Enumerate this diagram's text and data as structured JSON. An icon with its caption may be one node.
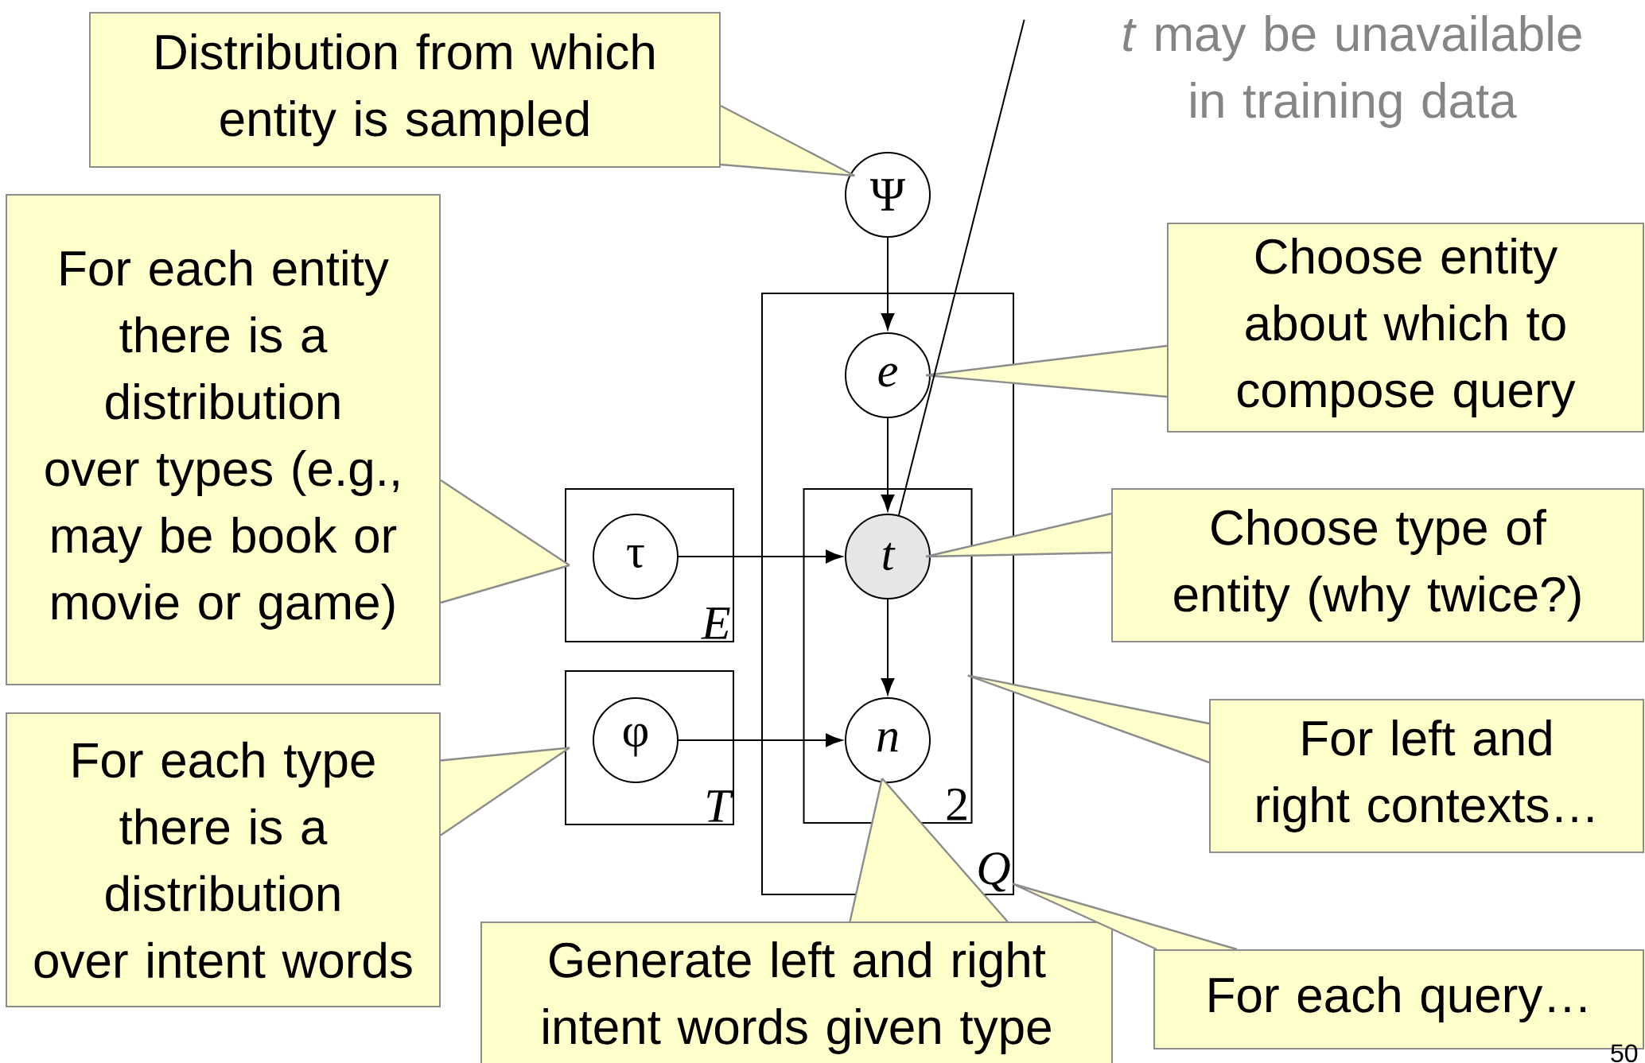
{
  "diagram": {
    "nodes": [
      {
        "text": [
          "Distribution from which entity is sampled"
        ]
      },
      {
        "text": [
          "*t* may be unavailable in training data"
        ]
      },
      {
        "text": [
          "Ψ"
        ]
      },
      {
        "text": [
          "For each entity there is a distribution over types (e.g., may be book or movie or game)"
        ]
      },
      {
        "text": [
          "Choose entity about which to compose query"
        ]
      },
      {
        "text": [
          "Q"
        ]
      },
      {
        "text": [
          "e"
        ],
        "in": 5
      },
      {
        "text": [
          "2"
        ],
        "in": 5
      },
      {
        "text": [
          "t"
        ],
        "in": 7
      },
      {
        "text": [
          "n"
        ],
        "in": 7
      },
      {
        "text": [
          "E"
        ]
      },
      {
        "text": [
          "τ"
        ],
        "in": 10
      },
      {
        "text": [
          "Choose type of entity (why twice?)"
        ]
      },
      {
        "text": [
          "T"
        ]
      },
      {
        "text": [
          "φ"
        ],
        "in": 13
      },
      {
        "text": [
          "For left and right contexts…"
        ]
      },
      {
        "text": [
          "For each type there is a distribution over intent words"
        ]
      },
      {
        "text": [
          "Generate left and right intent words given type"
        ]
      },
      {
        "text": [
          "For each query…"
        ]
      }
    ],
    "edges": [
      {
        "from": 2,
        "to": 6,
        "arrow": "to",
        "color": "#000000"
      },
      {
        "from": 6,
        "to": 8,
        "arrow": "to",
        "color": "#000000"
      },
      {
        "from": 8,
        "to": 9,
        "arrow": "to",
        "color": "#000000"
      },
      {
        "from": 11,
        "to": 8,
        "arrow": "to",
        "color": "#000000"
      },
      {
        "from": 14,
        "to": 9,
        "arrow": "to",
        "color": "#000000"
      },
      {
        "from": 0,
        "to": 2,
        "arrow": "none"
      },
      {
        "from": 3,
        "to": 10,
        "arrow": "none"
      },
      {
        "from": 4,
        "to": 6,
        "arrow": "none"
      },
      {
        "from": 12,
        "to": 8,
        "arrow": "none"
      },
      {
        "from": 15,
        "to": 7,
        "arrow": "none"
      },
      {
        "from": 16,
        "to": 13,
        "arrow": "none"
      },
      {
        "from": 17,
        "to": 9,
        "arrow": "none"
      },
      {
        "from": 18,
        "to": 5,
        "arrow": "none"
      },
      {
        "from": 1,
        "to": 8,
        "arrow": "none",
        "color": "#000000"
      }
    ],
    "labels": [
      "50"
    ]
  }
}
